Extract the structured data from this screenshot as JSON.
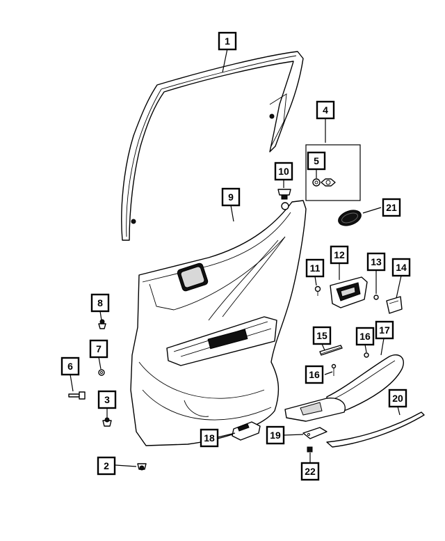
{
  "diagram": {
    "callouts": [
      {
        "id": "c1",
        "label": "1"
      },
      {
        "id": "c2",
        "label": "2"
      },
      {
        "id": "c3",
        "label": "3"
      },
      {
        "id": "c4",
        "label": "4"
      },
      {
        "id": "c5",
        "label": "5"
      },
      {
        "id": "c6",
        "label": "6"
      },
      {
        "id": "c7",
        "label": "7"
      },
      {
        "id": "c8",
        "label": "8"
      },
      {
        "id": "c9",
        "label": "9"
      },
      {
        "id": "c10",
        "label": "10"
      },
      {
        "id": "c11",
        "label": "11"
      },
      {
        "id": "c12",
        "label": "12"
      },
      {
        "id": "c13",
        "label": "13"
      },
      {
        "id": "c14",
        "label": "14"
      },
      {
        "id": "c15",
        "label": "15"
      },
      {
        "id": "c16a",
        "label": "16"
      },
      {
        "id": "c16b",
        "label": "16"
      },
      {
        "id": "c17",
        "label": "17"
      },
      {
        "id": "c18",
        "label": "18"
      },
      {
        "id": "c19",
        "label": "19"
      },
      {
        "id": "c20",
        "label": "20"
      },
      {
        "id": "c21",
        "label": "21"
      },
      {
        "id": "c22",
        "label": "22"
      }
    ]
  }
}
